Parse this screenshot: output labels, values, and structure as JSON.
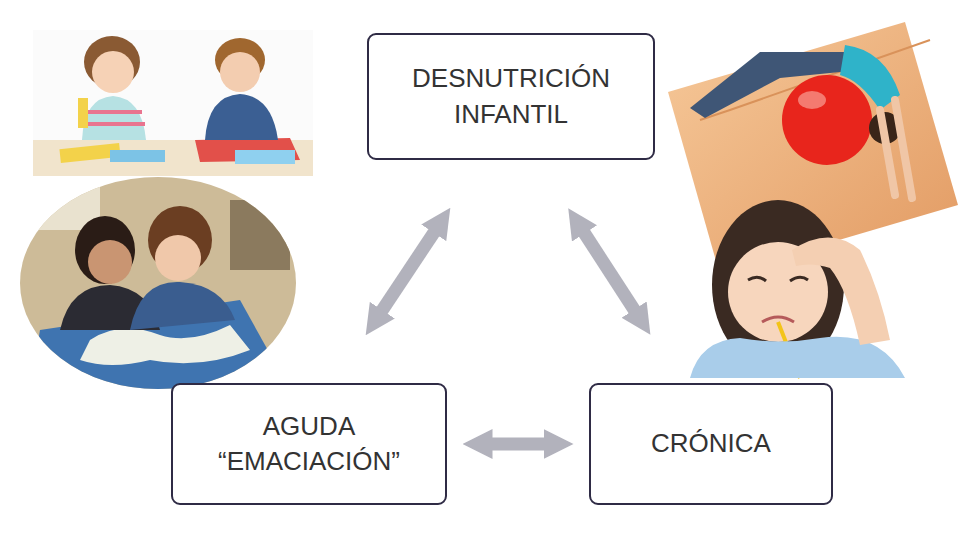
{
  "diagram": {
    "nodes": [
      {
        "text": [
          "DESNUTRICIÓN INFANTIL"
        ]
      },
      {
        "text": [
          "AGUDA “EMACIACIÓN”"
        ]
      },
      {
        "text": [
          "CRÓNICA"
        ]
      }
    ],
    "edges": [
      {
        "from": 0,
        "to": 1,
        "arrow": "both"
      },
      {
        "from": 0,
        "to": 2,
        "arrow": "both"
      },
      {
        "from": 1,
        "to": 2,
        "arrow": "both"
      }
    ]
  }
}
